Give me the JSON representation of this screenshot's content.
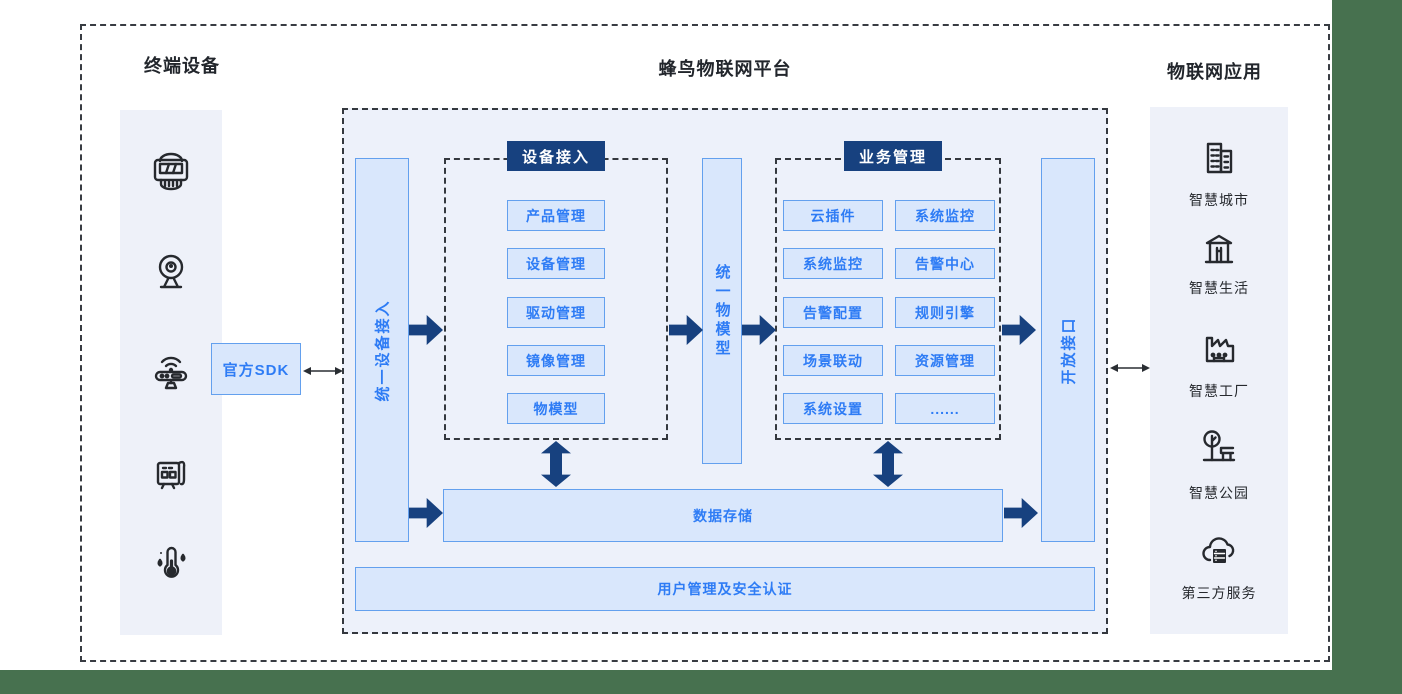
{
  "page": {
    "left_title": "终端设备",
    "center_title": "蜂鸟物联网平台",
    "right_title": "物联网应用"
  },
  "colors": {
    "navy": "#17417f",
    "blue_text": "#2e7cf5",
    "box_fill": "#d9e7fc",
    "box_border": "#63a0ee",
    "panel_bg": "#eef1f9",
    "platform_bg": "#edf1fa",
    "page_green": "#47714f"
  },
  "terminal_devices": {
    "sdk_label": "官方SDK",
    "icons": [
      "electric-meter",
      "webcam",
      "wireless-router",
      "gateway",
      "thermometer"
    ]
  },
  "platform": {
    "unified_device_access": "统一设备接入",
    "device_access_group": {
      "title": "设备接入",
      "items": [
        "产品管理",
        "设备管理",
        "驱动管理",
        "镜像管理",
        "物模型"
      ]
    },
    "unified_thing_model": "统一物模型",
    "business_group": {
      "title": "业务管理",
      "items_left": [
        "云插件",
        "系统监控",
        "告警配置",
        "场景联动",
        "系统设置"
      ],
      "items_right": [
        "系统监控",
        "告警中心",
        "规则引擎",
        "资源管理",
        "......"
      ]
    },
    "open_api": "开放接口",
    "data_storage": "数据存储",
    "user_management": "用户管理及安全认证"
  },
  "iot_applications": {
    "items": [
      {
        "icon": "smart-city-icon",
        "label": "智慧城市"
      },
      {
        "icon": "smart-life-icon",
        "label": "智慧生活"
      },
      {
        "icon": "smart-factory-icon",
        "label": "智慧工厂"
      },
      {
        "icon": "smart-park-icon",
        "label": "智慧公园"
      },
      {
        "icon": "third-party-service-icon",
        "label": "第三方服务"
      }
    ]
  }
}
